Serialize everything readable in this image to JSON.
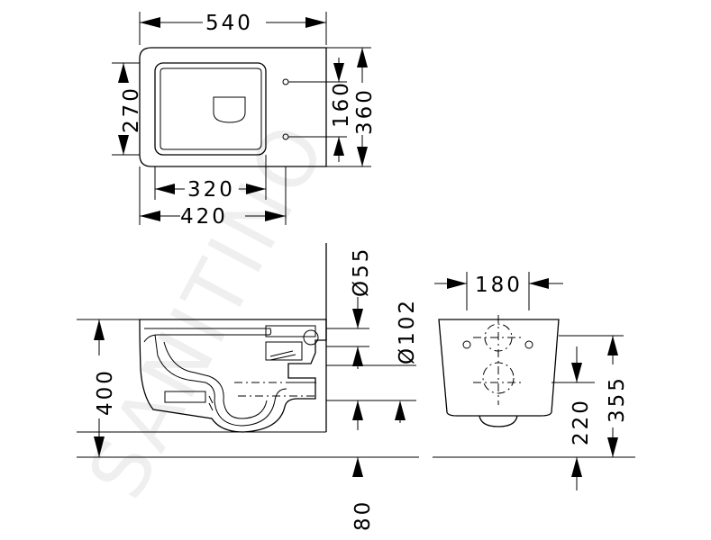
{
  "watermark": "SANITINO",
  "dimensions": {
    "top_width": "540",
    "top_depth": "270",
    "top_bolt_spacing": "160",
    "top_fixing_height": "360",
    "top_bowl_width": "320",
    "top_inner_width": "420",
    "side_height": "400",
    "inlet_diameter": "Ø55",
    "outlet_diameter": "Ø102",
    "front_width": "180",
    "front_outlet_height": "220",
    "front_height": "355",
    "floor_clearance": "80"
  }
}
